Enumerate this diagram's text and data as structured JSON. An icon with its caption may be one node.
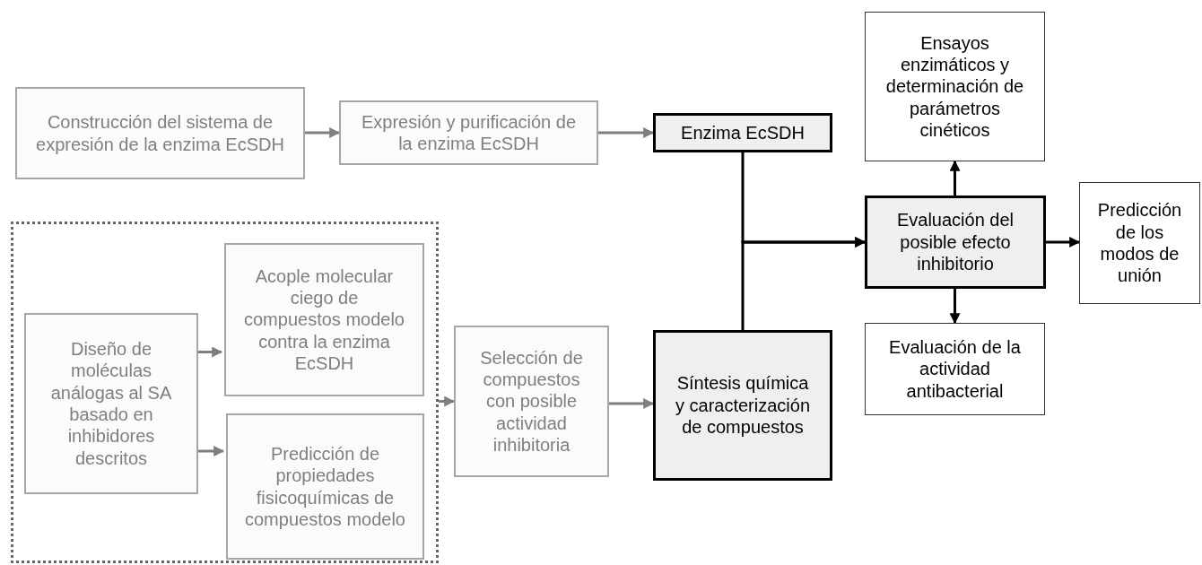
{
  "diagram": {
    "nodes": [
      {
        "text": [
          "Construcción del sistema de expresión de la enzima EcSDH"
        ]
      },
      {
        "text": [
          "Expresión y purificación de la enzima EcSDH"
        ]
      },
      {
        "text": [
          "Enzima EcSDH"
        ]
      },
      {
        "text": [],
        "shape": "box"
      },
      {
        "text": [
          "Diseño de moléculas análogas al SA basado en inhibidores descritos"
        ],
        "in": 3
      },
      {
        "text": [
          "Acople molecular ciego de compuestos modelo contra la enzima EcSDH"
        ],
        "in": 3
      },
      {
        "text": [
          "Predicción de propiedades fisicoquímicas de compuestos modelo"
        ],
        "in": 3
      },
      {
        "text": [
          "Selección de compuestos con posible actividad inhibitoria"
        ]
      },
      {
        "text": [
          "Síntesis química y caracterización de compuestos"
        ]
      },
      {
        "text": [
          "Ensayos enzimáticos y determinación de parámetros cinéticos"
        ]
      },
      {
        "text": [
          "Evaluación del posible efecto inhibitorio"
        ]
      },
      {
        "text": [
          "Evaluación de la actividad antibacterial"
        ]
      },
      {
        "text": [
          "Predicción de los modos de unión"
        ]
      }
    ],
    "edges": [
      {
        "from": 0,
        "to": 1,
        "arrow": "to"
      },
      {
        "from": 1,
        "to": 2,
        "arrow": "to"
      },
      {
        "from": 4,
        "to": 5,
        "arrow": "to"
      },
      {
        "from": 4,
        "to": 6,
        "arrow": "to"
      },
      {
        "from": 3,
        "to": 7,
        "arrow": "to"
      },
      {
        "from": 7,
        "to": 8,
        "arrow": "to"
      },
      {
        "from": 2,
        "to": 10,
        "arrow": "to",
        "color": "#000000"
      },
      {
        "from": 8,
        "to": 10,
        "arrow": "to",
        "color": "#000000"
      },
      {
        "from": 10,
        "to": 9,
        "arrow": "to",
        "color": "#000000"
      },
      {
        "from": 10,
        "to": 11,
        "arrow": "to",
        "color": "#000000"
      },
      {
        "from": 10,
        "to": 12,
        "arrow": "to",
        "color": "#000000"
      }
    ]
  }
}
